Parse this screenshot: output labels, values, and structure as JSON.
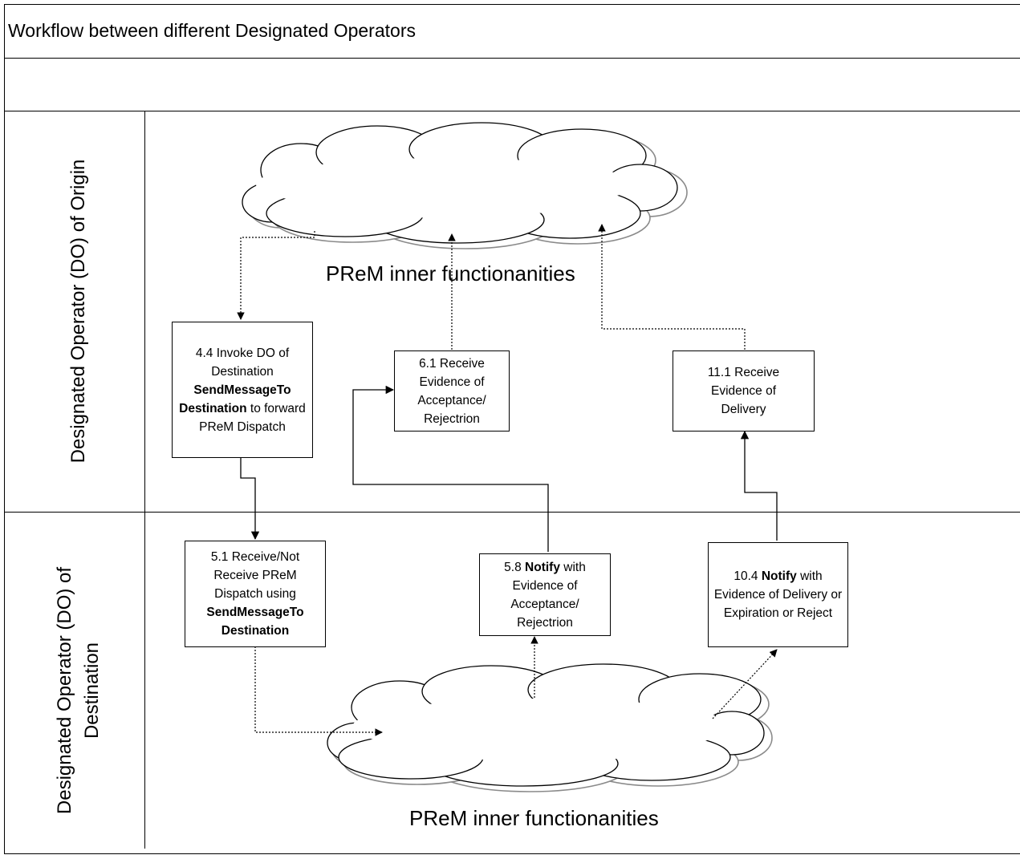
{
  "header": {
    "title": "Workflow between different Designated Operators"
  },
  "lanes": {
    "origin_label": "Designated Operator (DO) of Origin",
    "destination_label_line1": "Designated Operator (DO) of",
    "destination_label_line2": "Destination"
  },
  "clouds": {
    "top_label": "PReM inner functionanities",
    "bottom_label": "PReM inner functionanities"
  },
  "steps": {
    "s4_4": {
      "pre": "4.4 Invoke DO of Destination ",
      "bold": "SendMessageTo Destination",
      "post": " to forward PReM Dispatch"
    },
    "s6_1": {
      "text": "6.1 Receive Evidence of Acceptance/ Rejectrion"
    },
    "s11_1": {
      "text": "11.1 Receive Evidence of Delivery"
    },
    "s5_1": {
      "pre": "5.1 Receive/Not Receive PReM Dispatch using ",
      "bold": "SendMessageTo Destination"
    },
    "s5_8": {
      "pre": "5.8 ",
      "bold": "Notify",
      "post": " with Evidence of Acceptance/ Rejectrion"
    },
    "s10_4": {
      "pre": "10.4 ",
      "bold": "Notify",
      "post": " with Evidence of Delivery or Expiration or Reject"
    }
  }
}
